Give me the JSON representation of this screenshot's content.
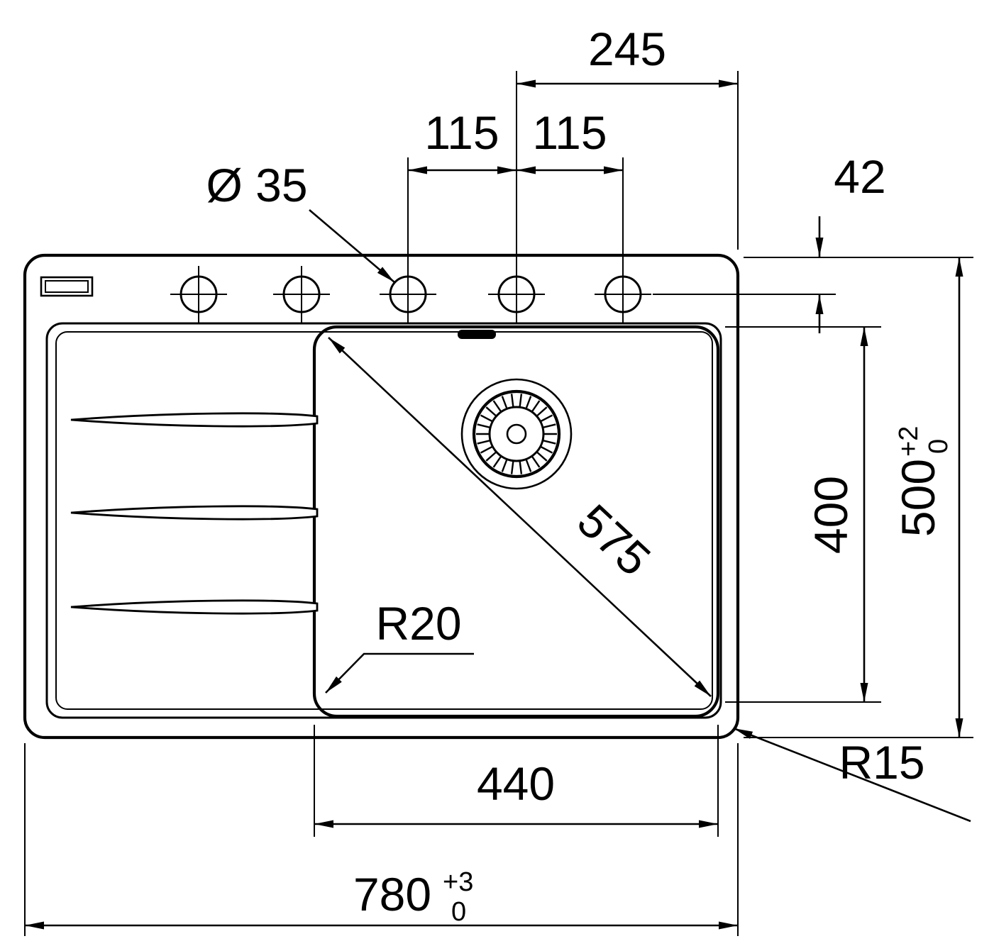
{
  "diagram": {
    "type": "technical-drawing",
    "subject": "Inset kitchen sink with drainboard, bowl, strainer waste and 5 tap holes — top view dimensional drawing",
    "units": "mm",
    "colors": {
      "line": "#000000",
      "background": "#ffffff"
    },
    "dimensions": {
      "tap_holes_to_right_edge": "245",
      "tap_hole_pitch_left": "115",
      "tap_hole_pitch_right": "115",
      "tap_hole_diameter": "Ø 35",
      "edge_to_tap_hole_axis": "42",
      "bowl_front_to_back": "400",
      "overall_front_to_back": {
        "value": "500",
        "tol_plus": "+2",
        "tol_minus": "0"
      },
      "bowl_diagonal": "575",
      "bowl_corner_radius": "R20",
      "bowl_width": "440",
      "overall_width": {
        "value": "780",
        "tol_plus": "+3",
        "tol_minus": "0"
      },
      "outer_corner_radius": "R15"
    },
    "features": {
      "tap_hole_count": 5,
      "drainboard_groove_count": 3,
      "drain_type": "round strainer waste"
    }
  }
}
